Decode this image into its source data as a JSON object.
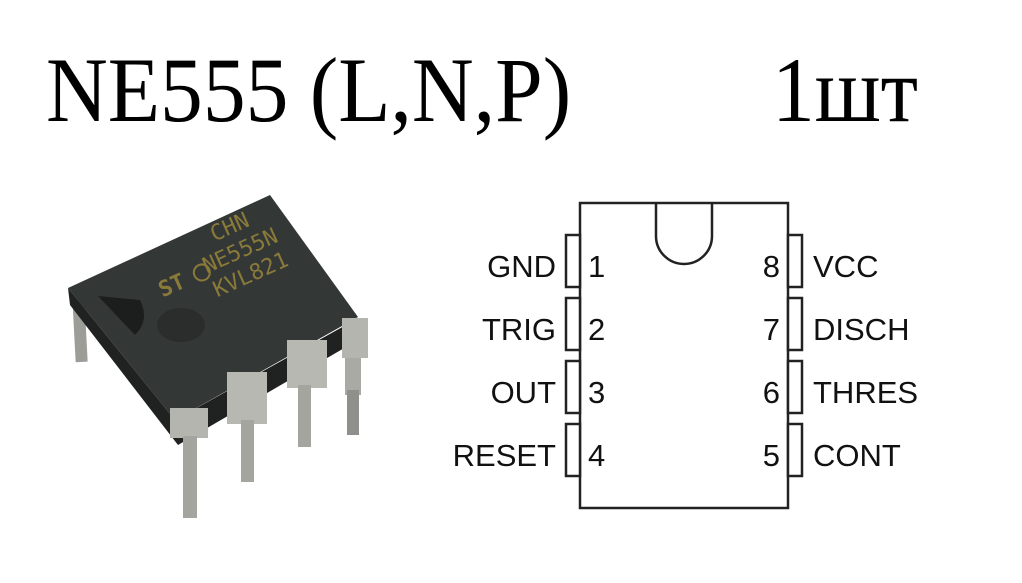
{
  "header": {
    "title": "NE555 (L,N,P)",
    "quantity": "1шт"
  },
  "chip_photo": {
    "marking_lines": [
      "CHN",
      "NE555N",
      "KVL821"
    ],
    "logo": "ST",
    "body_color": "#2e3130",
    "pin_color": "#a9aaa4",
    "marking_color": "#8a7a3a"
  },
  "pinout": {
    "left_pins": [
      {
        "number": "1",
        "name": "GND"
      },
      {
        "number": "2",
        "name": "TRIG"
      },
      {
        "number": "3",
        "name": "OUT"
      },
      {
        "number": "4",
        "name": "RESET"
      }
    ],
    "right_pins": [
      {
        "number": "8",
        "name": "VCC"
      },
      {
        "number": "7",
        "name": "DISCH"
      },
      {
        "number": "6",
        "name": "THRES"
      },
      {
        "number": "5",
        "name": "CONT"
      }
    ]
  }
}
